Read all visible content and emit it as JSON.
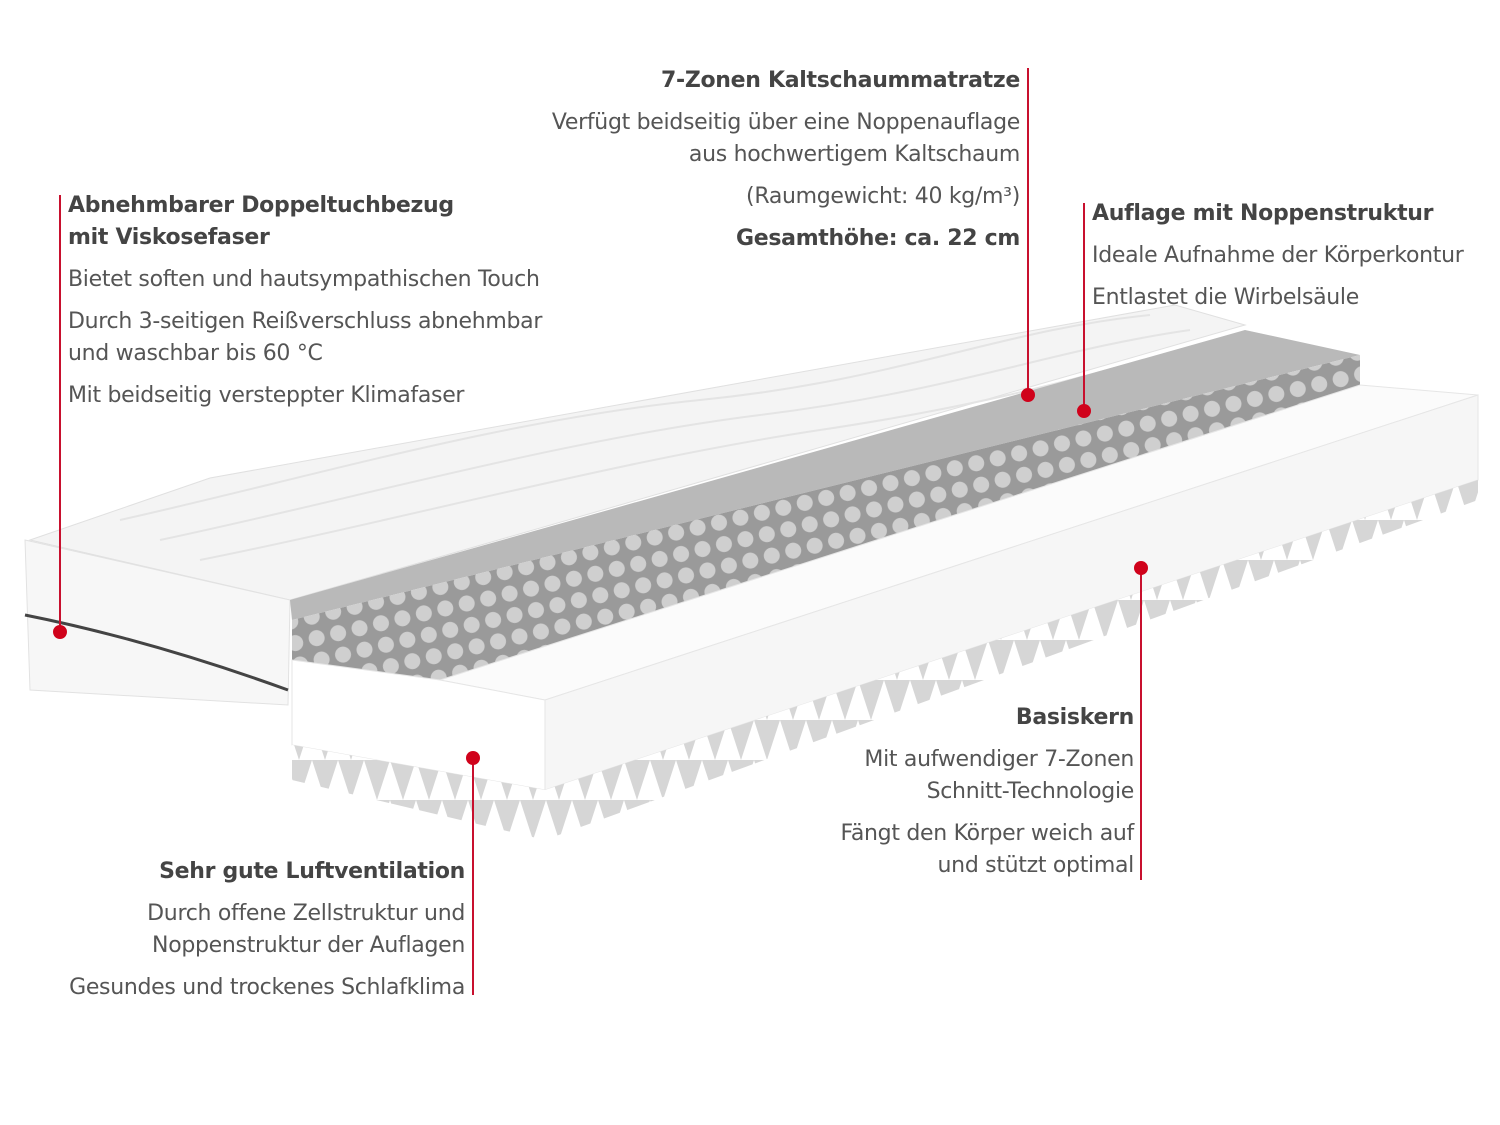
{
  "colors": {
    "accent": "#d0021b",
    "text": "#555555"
  },
  "callouts": {
    "cover": {
      "title1": "Abnehmbarer Doppeltuchbezug",
      "title2": "mit Viskosefaser",
      "l1": "Bietet soften und hautsympathischen Touch",
      "l2a": "Durch 3-seitigen Reißverschluss abnehmbar",
      "l2b": "und waschbar bis 60 °C",
      "l3": "Mit beidseitig versteppter Klimafaser"
    },
    "mattress": {
      "title": "7-Zonen Kaltschaummatratze",
      "l1a": "Verfügt beidseitig über eine Noppenauflage",
      "l1b": "aus hochwertigem Kaltschaum",
      "l1c": "(Raumgewicht: 40 kg/m³)",
      "height": "Gesamthöhe: ca. 22 cm"
    },
    "topper": {
      "title": "Auflage mit Noppenstruktur",
      "l1": "Ideale Aufnahme der Körperkontur",
      "l2": "Entlastet die Wirbelsäule"
    },
    "core": {
      "title": "Basiskern",
      "l1a": "Mit aufwendiger 7-Zonen",
      "l1b": "Schnitt-Technologie",
      "l2a": "Fängt den Körper weich auf",
      "l2b": "und stützt optimal"
    },
    "air": {
      "title": "Sehr gute Luftventilation",
      "l1a": "Durch offene Zellstruktur und",
      "l1b": "Noppenstruktur der Auflagen",
      "l2": "Gesundes und trockenes Schlafklima"
    }
  }
}
